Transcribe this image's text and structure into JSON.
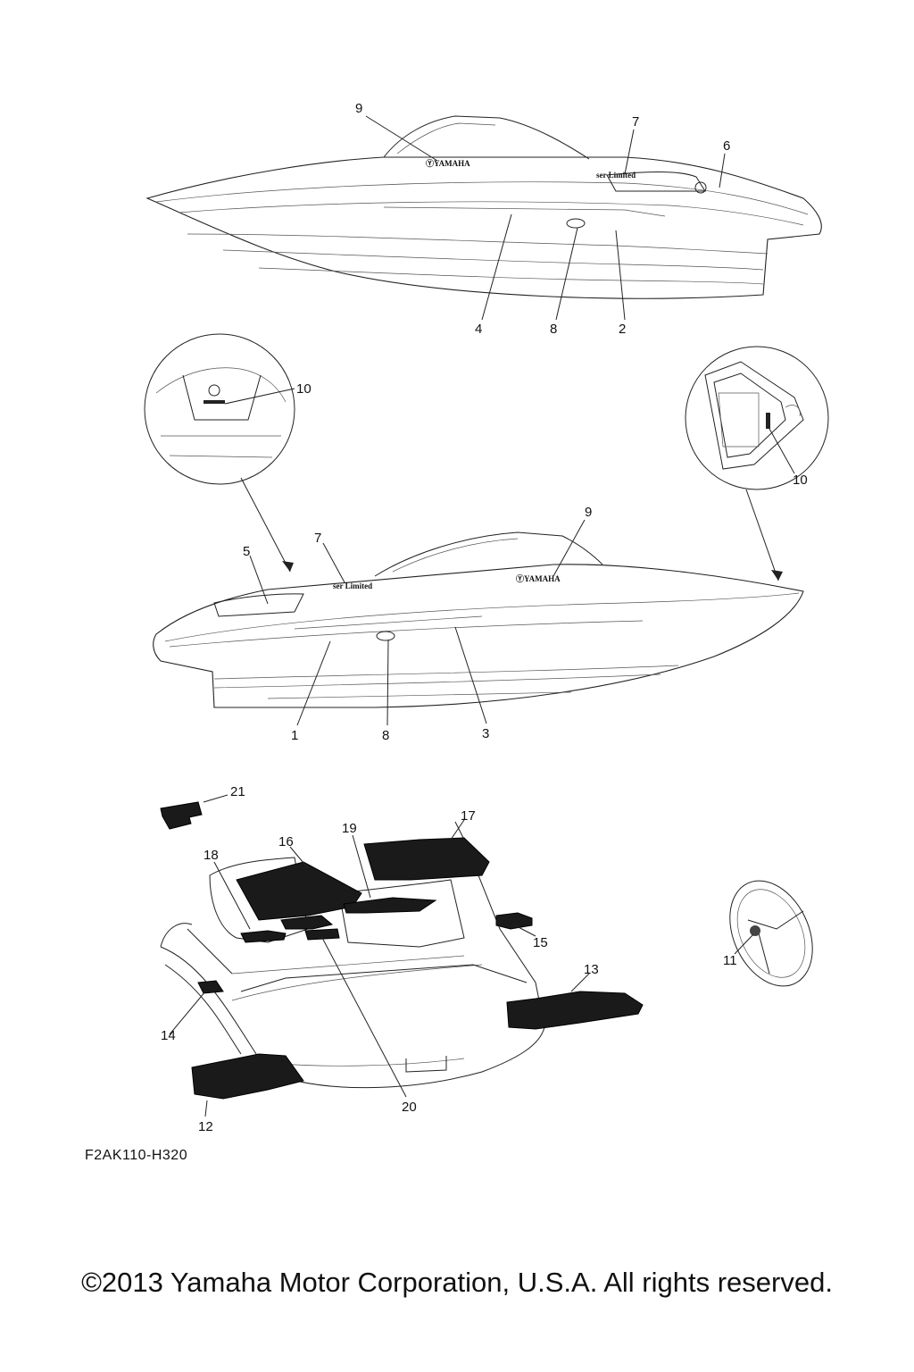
{
  "callouts": {
    "c1": "1",
    "c2": "2",
    "c3": "3",
    "c4": "4",
    "c5": "5",
    "c6": "6",
    "c7": "7",
    "c8": "8",
    "c9": "9",
    "c10": "10",
    "c11": "11",
    "c12": "12",
    "c13": "13",
    "c14": "14",
    "c15": "15",
    "c16": "16",
    "c17": "17",
    "c18": "18",
    "c19": "19",
    "c20": "20",
    "c21": "21"
  },
  "decals": {
    "brand": "ⓎYAMAHA",
    "model": "ser Limited"
  },
  "part_code": "F2AK110-H320",
  "copyright": "©2013 Yamaha Motor Corporation, U.S.A. All rights reserved."
}
